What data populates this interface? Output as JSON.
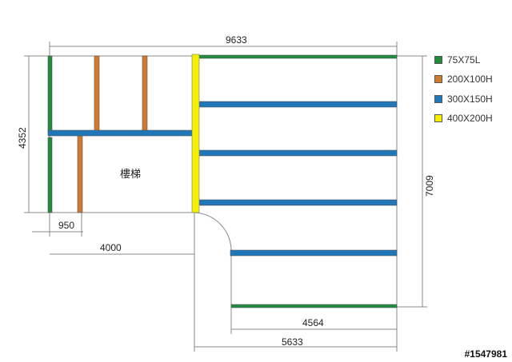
{
  "colors": {
    "green": "#1e8c3c",
    "orange": "#d07a30",
    "blue": "#1f76b8",
    "yellow": "#f4f000",
    "line": "#777777"
  },
  "legend": [
    {
      "label": "75X75L",
      "color": "#1e8c3c"
    },
    {
      "label": "200X100H",
      "color": "#d07a30"
    },
    {
      "label": "300X150H",
      "color": "#1f76b8"
    },
    {
      "label": "400X200H",
      "color": "#f4f000"
    }
  ],
  "dimensions": {
    "top": "9633",
    "left": "4352",
    "right": "7009",
    "d950": "950",
    "d4000": "4000",
    "d4564": "4564",
    "d5633": "5633"
  },
  "stair_label": "樓梯",
  "watermark": "#1547981"
}
